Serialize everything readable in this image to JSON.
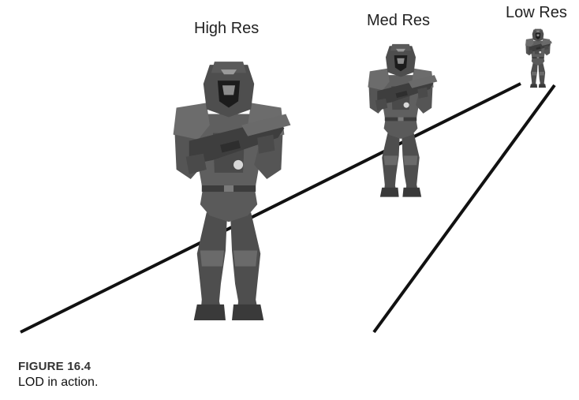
{
  "figure": {
    "labels": {
      "high": "High Res",
      "med": "Med Res",
      "low": "Low Res"
    },
    "caption": {
      "number": "FIGURE 16.4",
      "text": "LOD in action."
    }
  },
  "colors": {
    "background": "#ffffff",
    "line": "#111111",
    "armor_dark": "#3a3a3a",
    "armor_mid": "#5c5c5c",
    "armor_light": "#8a8a8a",
    "visor": "#1c1c1c"
  }
}
